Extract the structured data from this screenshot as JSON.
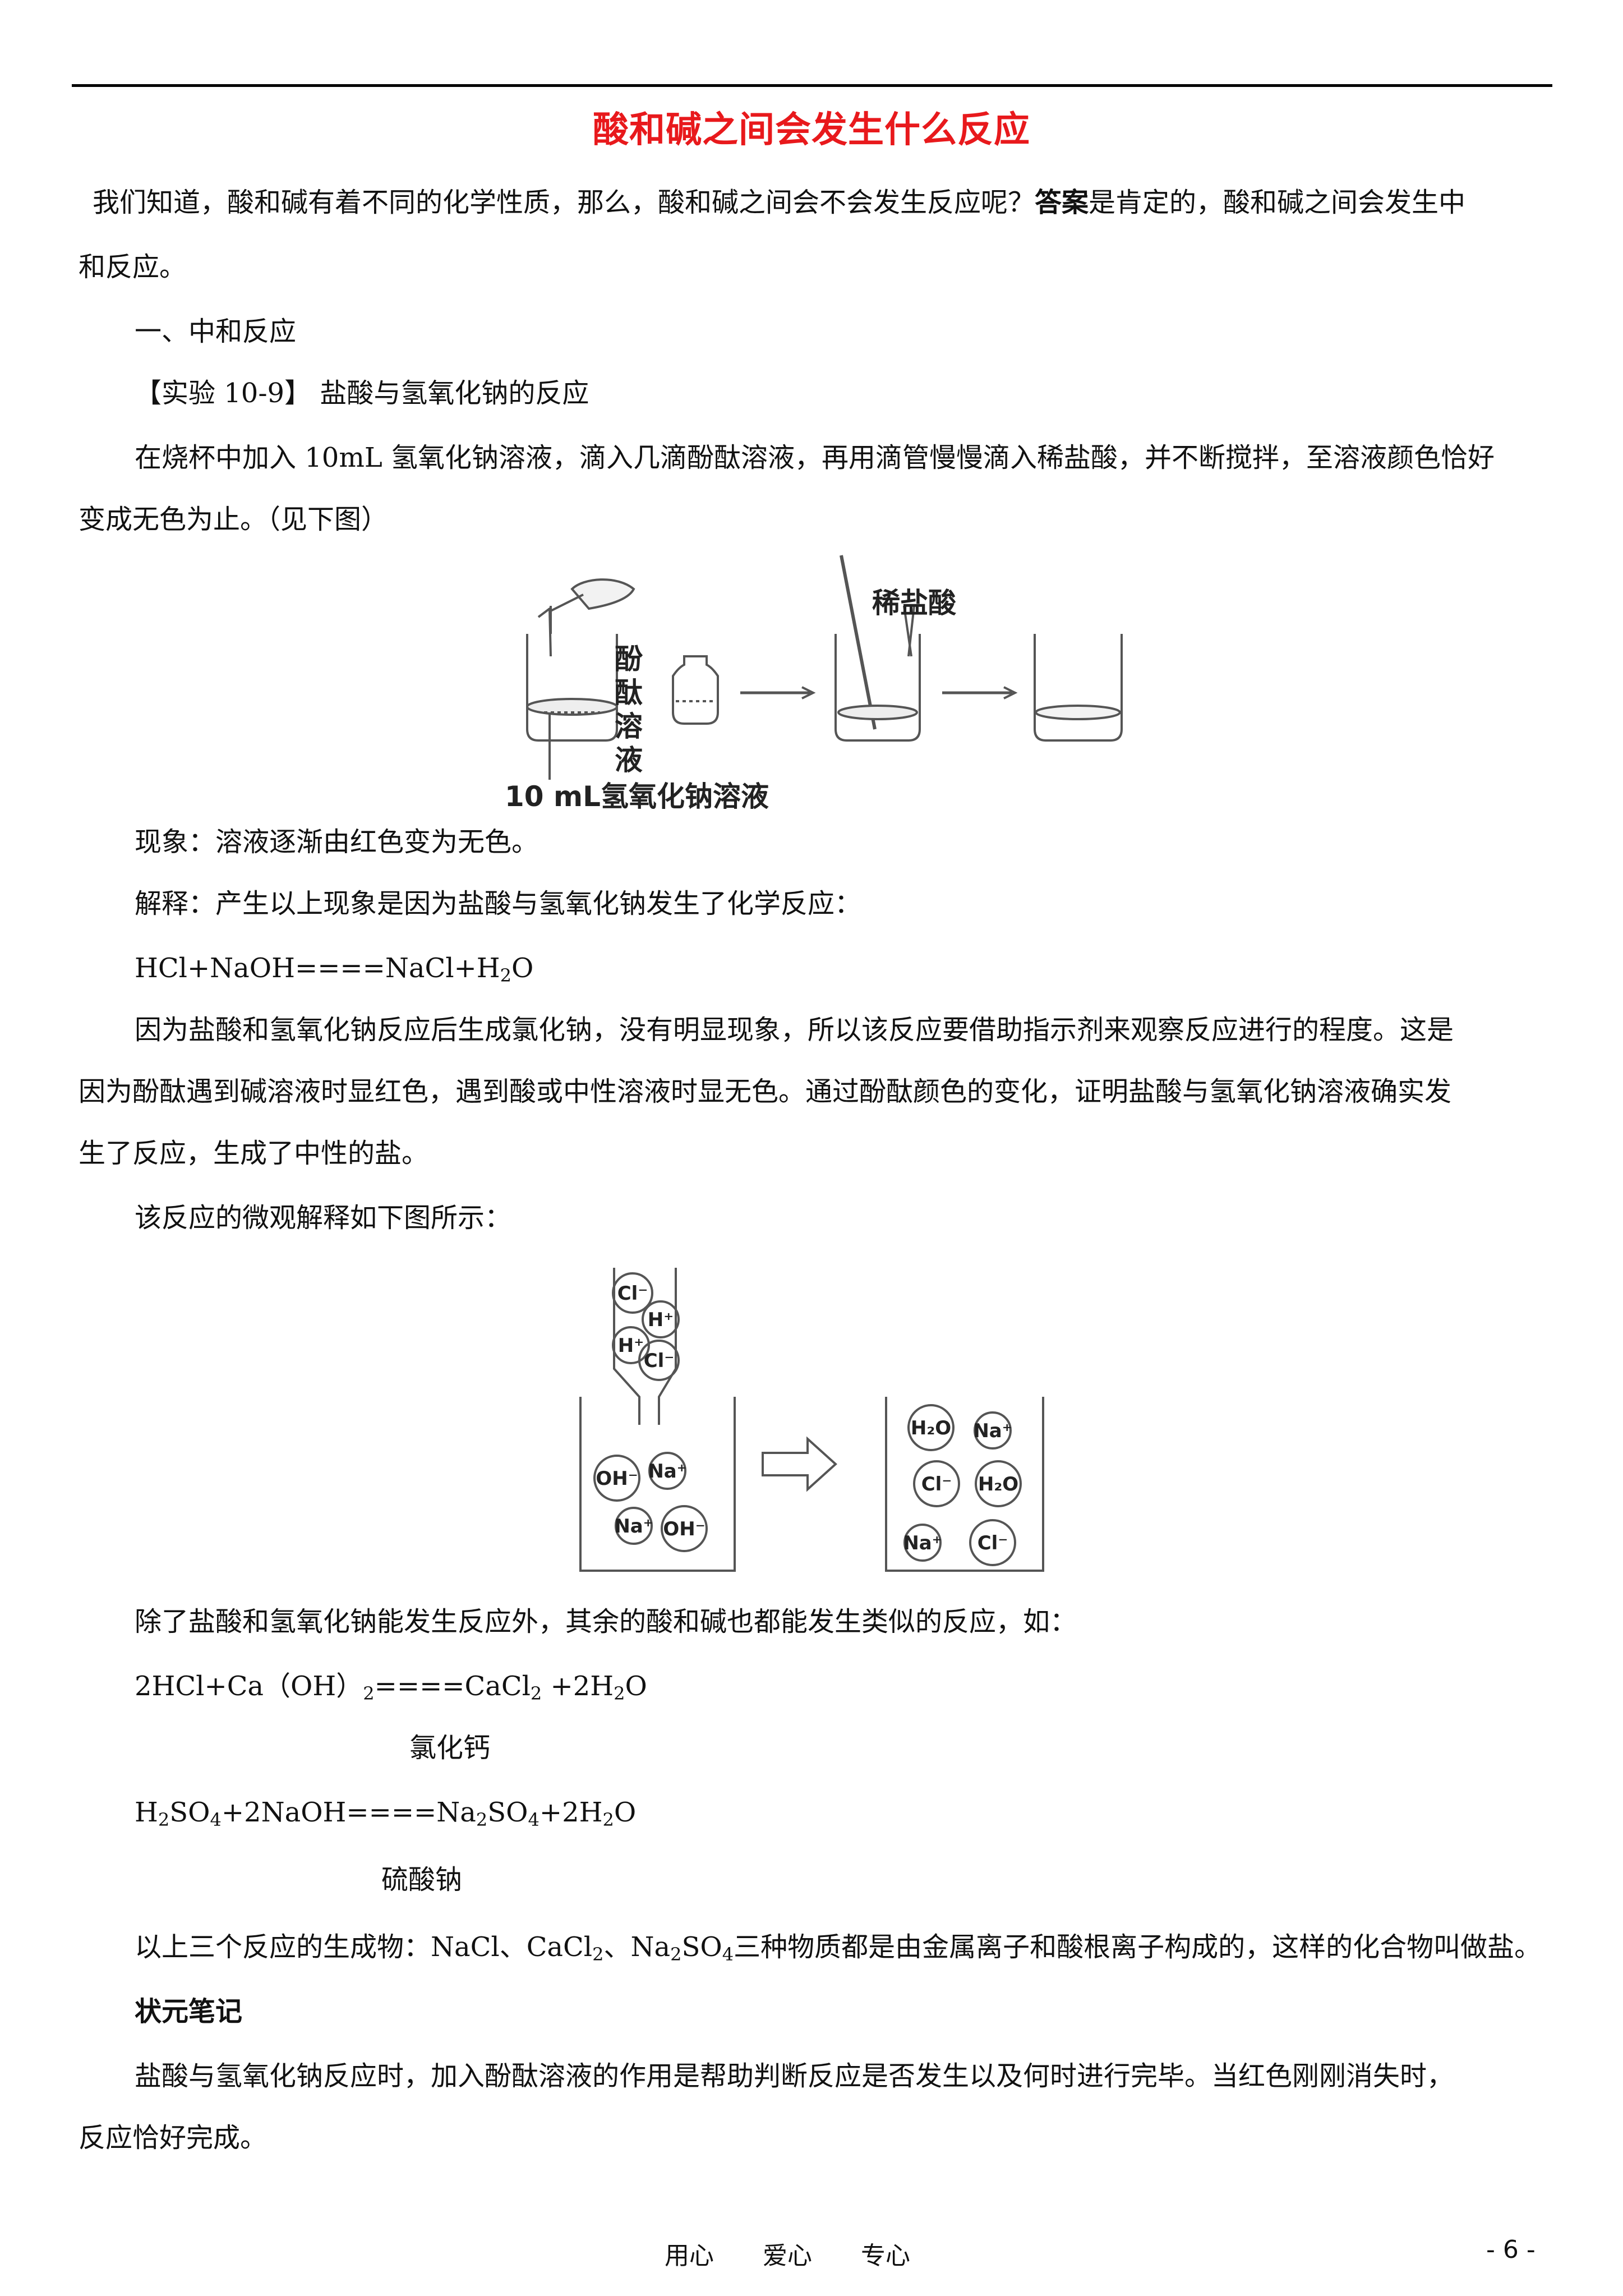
{
  "title": "酸和碱之间会发生什么反应",
  "intro": {
    "part1": "我们知道，酸和碱有着不同的化学性质，那么，酸和碱之间会不会发生反应呢？",
    "bold": "答案",
    "part2": "是肯定的，酸和碱之间会发生中",
    "line2": "和反应。"
  },
  "section1": "一、中和反应",
  "experiment": {
    "title": "【实验 10-9】 盐酸与氢氧化钠的反应",
    "procedure_line1": "在烧杯中加入 10mL 氢氧化钠溶液，滴入几滴酚酞溶液，再用滴管慢慢滴入稀盐酸，并不断搅拌，至溶液颜色恰好",
    "procedure_line2": "变成无色为止。（见下图）"
  },
  "figure1": {
    "label_phenolphthalein": [
      "酚",
      "酞",
      "溶",
      "液"
    ],
    "label_naoh": "10 mL氢氧化钠溶液",
    "label_hcl": "稀盐酸"
  },
  "phenomenon": "现象：溶液逐渐由红色变为无色。",
  "explanation": "解释：产生以上现象是因为盐酸与氢氧化钠发生了化学反应：",
  "equation1": {
    "main": "HCl+NaOH====NaCl+H",
    "sub": "2",
    "tail": "O"
  },
  "paragraph2": {
    "line1": "因为盐酸和氢氧化钠反应后生成氯化钠，没有明显现象，所以该反应要借助指示剂来观察反应进行的程度。这是",
    "line2": "因为酚酞遇到碱溶液时显红色，遇到酸或中性溶液时显无色。通过酚酞颜色的变化，证明盐酸与氢氧化钠溶液确实发",
    "line3": "生了反应，生成了中性的盐。"
  },
  "micro_intro": "该反应的微观解释如下图所示：",
  "figure2": {
    "funnel_ions": [
      "Cl⁻",
      "H⁺",
      "H⁺",
      "Cl⁻"
    ],
    "beaker_left_ions": [
      "OH⁻",
      "Na⁺",
      "Na⁺",
      "OH⁻"
    ],
    "beaker_right_ions": [
      "H₂O",
      "Na⁺",
      "Cl⁻",
      "H₂O",
      "Na⁺",
      "Cl⁻"
    ]
  },
  "other_reactions": "除了盐酸和氢氧化钠能发生反应外，其余的酸和碱也都能发生类似的反应，如：",
  "equation2": {
    "text": "2HCl+Ca（OH）",
    "sub": "2",
    "mid": "====CaCl",
    "sub2": "2",
    "tail": " +2H",
    "sub3": "2",
    "end": "O"
  },
  "equation2_label": "氯化钙",
  "equation3": {
    "a": "H",
    "s1": "2",
    "b": "SO",
    "s2": "4",
    "c": "+2NaOH====Na",
    "s3": "2",
    "d": "SO",
    "s4": "4",
    "e": "+2H",
    "s5": "2",
    "f": "O"
  },
  "equation3_label": "硫酸钠",
  "salt_def": {
    "a": "以上三个反应的生成物：NaCl、CaCl",
    "s1": "2",
    "b": "、Na",
    "s2": "2",
    "c": "SO",
    "s3": "4",
    "d": "三种物质都是由金属离子和酸根离子构成的，这样的化合物叫做盐。"
  },
  "notes_title": "状元笔记",
  "notes": {
    "line1": "盐酸与氢氧化钠反应时，加入酚酞溶液的作用是帮助判断反应是否发生以及何时进行完毕。当红色刚刚消失时，",
    "line2": "反应恰好完成。"
  },
  "footer": {
    "motto": [
      "用心",
      "爱心",
      "专心"
    ],
    "page": "- 6 -"
  },
  "colors": {
    "title": "#e8191c",
    "text": "#111111",
    "line": "#555555"
  }
}
